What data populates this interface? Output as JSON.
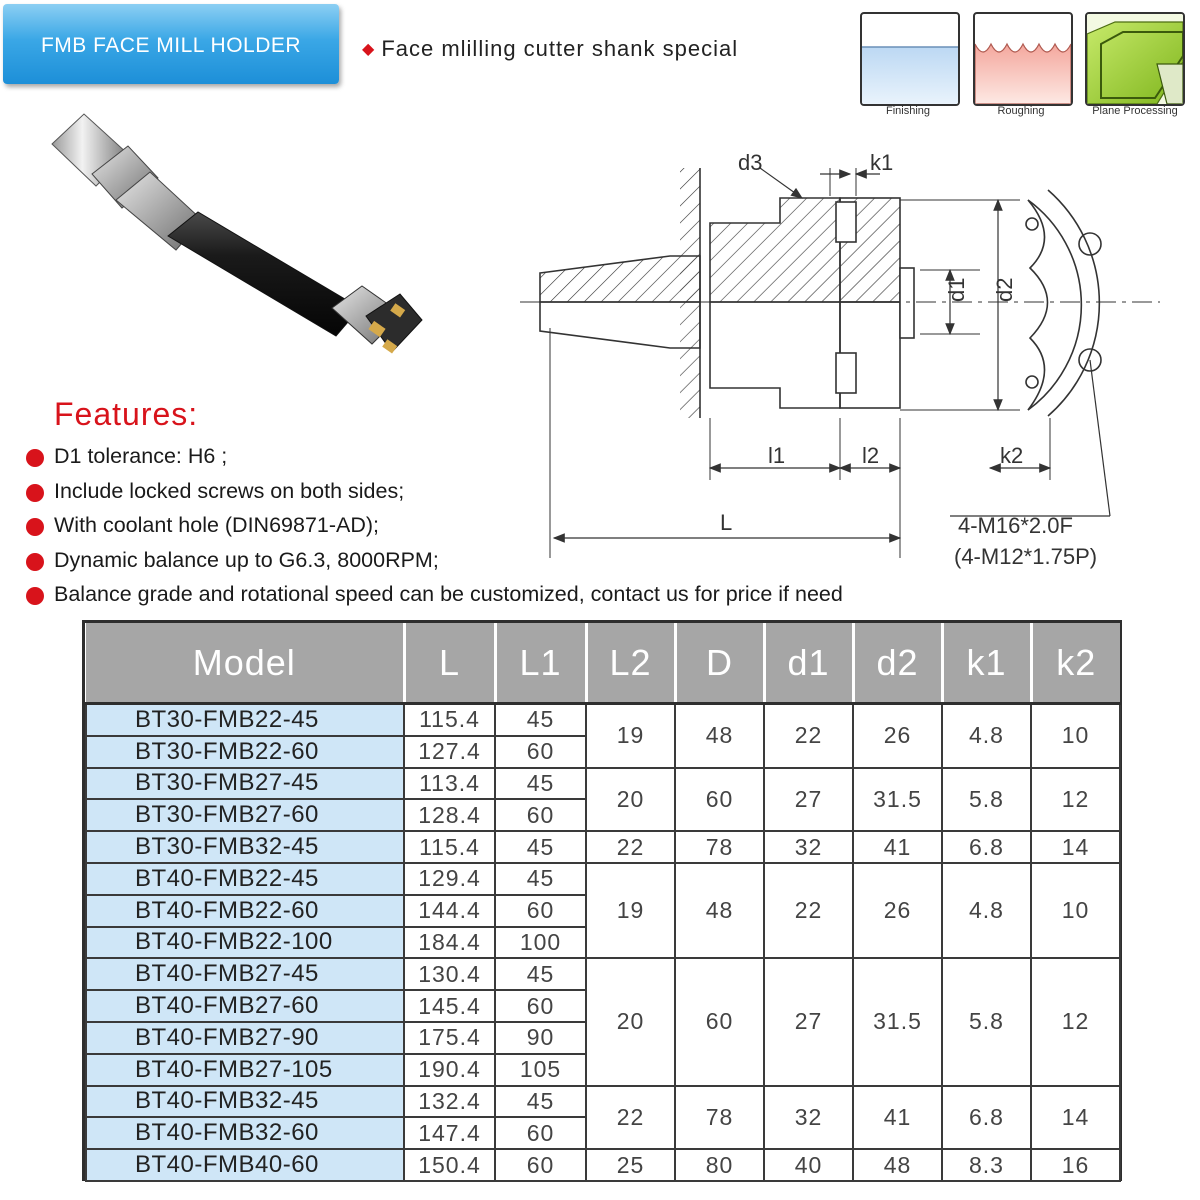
{
  "header": {
    "banner": "FMB FACE MILL HOLDER",
    "subtitle": "Face mlilling cutter shank special"
  },
  "processes": [
    {
      "label": "Finishing"
    },
    {
      "label": "Roughing"
    },
    {
      "label": "Plane Processing"
    }
  ],
  "features": {
    "title": "Features:",
    "items": [
      "D1 tolerance: H6 ;",
      "Include locked screws on both sides;",
      "With coolant hole (DIN69871-AD);",
      "Dynamic balance up to G6.3, 8000RPM;",
      "Balance grade and rotational speed can be customized, contact us for price if need"
    ]
  },
  "drawing": {
    "d3": "d3",
    "k1": "k1",
    "d1": "d1",
    "d2": "d2",
    "l1": "l1",
    "l2": "l2",
    "k2": "k2",
    "L": "L",
    "thread1": "4-M16*2.0F",
    "thread2": "(4-M12*1.75P)"
  },
  "table": {
    "headers": [
      "Model",
      "L",
      "L1",
      "L2",
      "D",
      "d1",
      "d2",
      "k1",
      "k2"
    ],
    "rows": [
      {
        "model": "BT30-FMB22-45",
        "L": "115.4",
        "L1": "45"
      },
      {
        "model": "BT30-FMB22-60",
        "L": "127.4",
        "L1": "60"
      },
      {
        "model": "BT30-FMB27-45",
        "L": "113.4",
        "L1": "45"
      },
      {
        "model": "BT30-FMB27-60",
        "L": "128.4",
        "L1": "60"
      },
      {
        "model": "BT30-FMB32-45",
        "L": "115.4",
        "L1": "45"
      },
      {
        "model": "BT40-FMB22-45",
        "L": "129.4",
        "L1": "45"
      },
      {
        "model": "BT40-FMB22-60",
        "L": "144.4",
        "L1": "60"
      },
      {
        "model": "BT40-FMB22-100",
        "L": "184.4",
        "L1": "100"
      },
      {
        "model": "BT40-FMB27-45",
        "L": "130.4",
        "L1": "45"
      },
      {
        "model": "BT40-FMB27-60",
        "L": "145.4",
        "L1": "60"
      },
      {
        "model": "BT40-FMB27-90",
        "L": "175.4",
        "L1": "90"
      },
      {
        "model": "BT40-FMB27-105",
        "L": "190.4",
        "L1": "105"
      },
      {
        "model": "BT40-FMB32-45",
        "L": "132.4",
        "L1": "45"
      },
      {
        "model": "BT40-FMB32-60",
        "L": "147.4",
        "L1": "60"
      },
      {
        "model": "BT40-FMB40-60",
        "L": "150.4",
        "L1": "60"
      }
    ],
    "groups": [
      {
        "L2": "19",
        "D": "48",
        "d1": "22",
        "d2": "26",
        "k1": "4.8",
        "k2": "10"
      },
      {
        "L2": "20",
        "D": "60",
        "d1": "27",
        "d2": "31.5",
        "k1": "5.8",
        "k2": "12"
      },
      {
        "L2": "22",
        "D": "78",
        "d1": "32",
        "d2": "41",
        "k1": "6.8",
        "k2": "14"
      },
      {
        "L2": "19",
        "D": "48",
        "d1": "22",
        "d2": "26",
        "k1": "4.8",
        "k2": "10"
      },
      {
        "L2": "20",
        "D": "60",
        "d1": "27",
        "d2": "31.5",
        "k1": "5.8",
        "k2": "12"
      },
      {
        "L2": "22",
        "D": "78",
        "d1": "32",
        "d2": "41",
        "k1": "6.8",
        "k2": "14"
      },
      {
        "L2": "25",
        "D": "80",
        "d1": "40",
        "d2": "48",
        "k1": "8.3",
        "k2": "16"
      }
    ]
  },
  "colors": {
    "accent_red": "#d8131b",
    "banner_blue": "#1d8fd8",
    "model_cell_blue": "#cfe6f7",
    "header_gray": "#a6a6a6"
  }
}
